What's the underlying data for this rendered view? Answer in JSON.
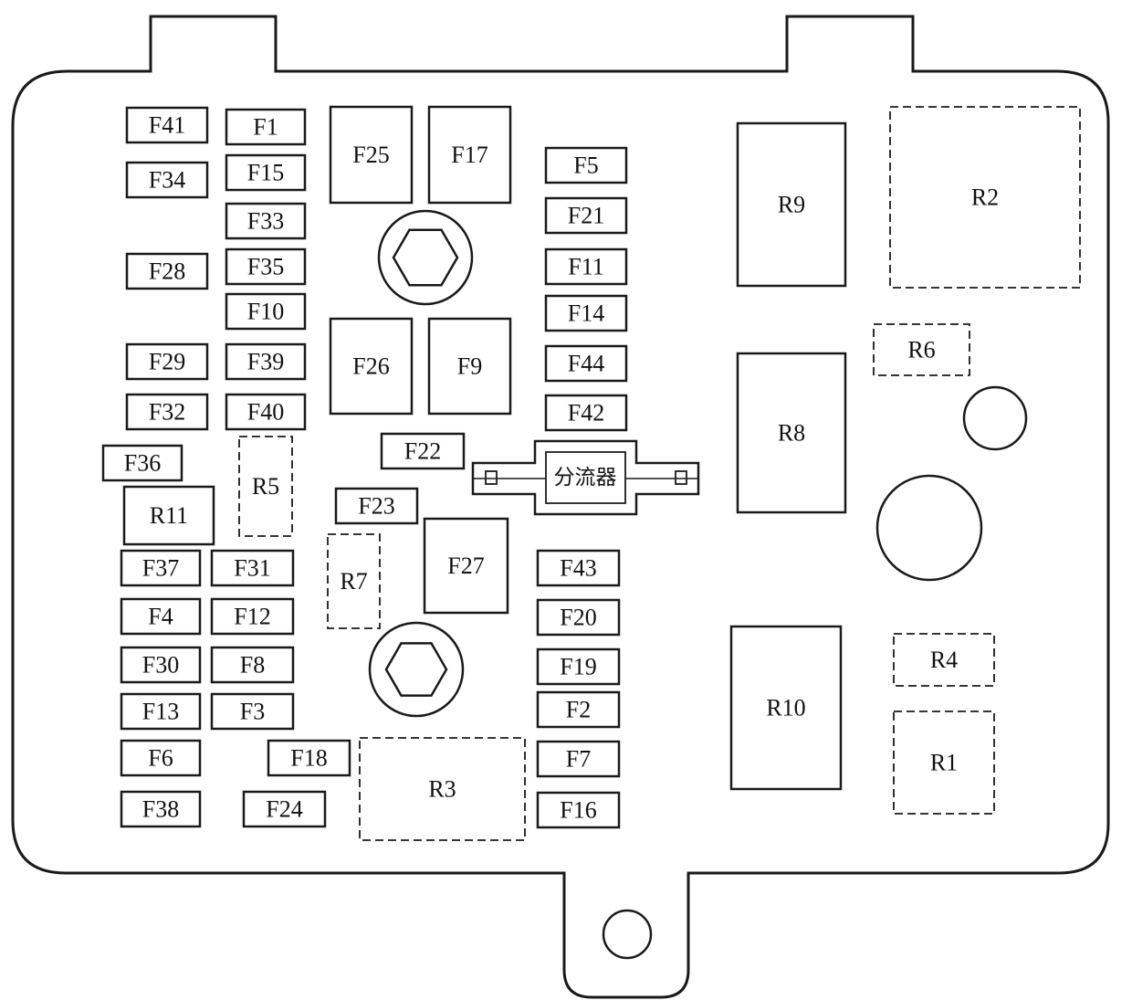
{
  "diagram": {
    "fuses": [
      "F41",
      "F1",
      "F34",
      "F15",
      "F33",
      "F28",
      "F35",
      "F10",
      "F29",
      "F39",
      "F32",
      "F40",
      "F36",
      "F25",
      "F17",
      "F26",
      "F9",
      "F22",
      "F23",
      "F27",
      "F5",
      "F21",
      "F11",
      "F14",
      "F44",
      "F42",
      "F37",
      "F31",
      "F4",
      "F12",
      "F30",
      "F8",
      "F13",
      "F3",
      "F6",
      "F18",
      "F38",
      "F24",
      "F43",
      "F20",
      "F19",
      "F2",
      "F7",
      "F16"
    ],
    "relays": [
      "R11",
      "R9",
      "R8",
      "R10",
      "R2",
      "R6",
      "R4",
      "R1",
      "R5",
      "R7",
      "R3"
    ],
    "shunt_label": "分流器"
  }
}
